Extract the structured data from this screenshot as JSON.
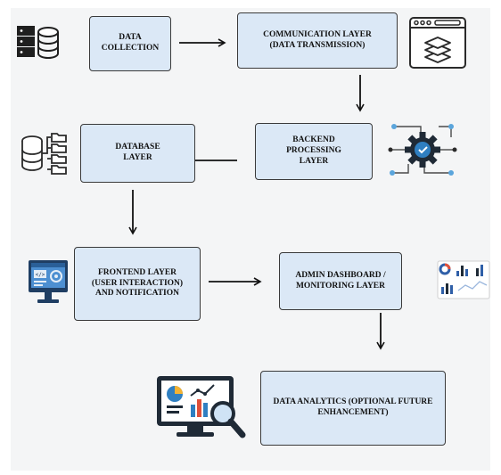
{
  "diagram": {
    "nodes": [
      {
        "id": "data_collection",
        "label": "DATA\nCOLLECTION"
      },
      {
        "id": "communication",
        "label": "COMMUNICATION LAYER\n(DATA TRANSMISSION)"
      },
      {
        "id": "backend",
        "label": "BACKEND\nPROCESSING\nLAYER"
      },
      {
        "id": "database",
        "label": "DATABASE\nLAYER"
      },
      {
        "id": "frontend",
        "label": "FRONTEND LAYER\n(USER INTERACTION)\nAND NOTIFICATION"
      },
      {
        "id": "admin",
        "label": "ADMIN DASHBOARD /\nMONITORING LAYER"
      },
      {
        "id": "analytics",
        "label": "DATA ANALYTICS (OPTIONAL FUTURE\nENHANCEMENT)"
      }
    ],
    "edges": [
      {
        "from": "data_collection",
        "to": "communication"
      },
      {
        "from": "communication",
        "to": "backend"
      },
      {
        "from": "backend",
        "to": "database"
      },
      {
        "from": "database",
        "to": "frontend"
      },
      {
        "from": "frontend",
        "to": "admin"
      },
      {
        "from": "admin",
        "to": "analytics"
      }
    ],
    "icons": [
      "server-database-icon",
      "web-layers-icon",
      "gear-network-icon",
      "database-tree-icon",
      "code-monitor-icon",
      "dashboard-charts-icon",
      "analytics-monitor-icon"
    ],
    "colors": {
      "box_fill": "#dbe8f6",
      "box_border": "#3a3a3a",
      "accent_blue": "#2f7fc1",
      "dark": "#1f2a36"
    }
  }
}
